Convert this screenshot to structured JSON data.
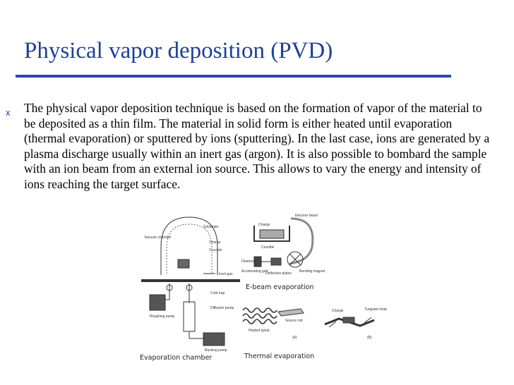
{
  "slide": {
    "title": "Physical vapor deposition (PVD)",
    "bullet_marker": "x",
    "paragraph": "The physical vapor deposition technique is based on the formation of vapor of the material to be deposited as a thin film. The material in solid form is either heated until evaporation (thermal evaporation) or sputtered by ions (sputtering). In the last case, ions are generated by a plasma discharge usually within an inert gas (argon). It is also possible to bombard the sample with an ion beam from an external ion source. This allows to vary the energy and intensity of ions reaching the target surface."
  },
  "figure": {
    "captions": {
      "ebeam": "E-beam evaporation",
      "chamber": "Evaporation chamber",
      "thermal": "Thermal evaporation"
    },
    "chamber_labels": {
      "vacuum_chamber": "Vacuum chamber",
      "substrate": "Substrate",
      "charge": "Charge",
      "crucible": "Crucible",
      "inert_gas": "Inert gas",
      "cold_trap": "Cold trap",
      "roughing_pump": "Roughing pump",
      "diffusion_pump": "Diffusion pump",
      "backing_pump": "Backing pump"
    },
    "ebeam_labels": {
      "electron_beam": "Electron beam",
      "charge": "Charge",
      "crucible": "Crucible",
      "filament": "Filament",
      "accelerating_grid": "Accelerating grid",
      "deflection_plates": "Deflection plates",
      "bending_magnet": "Bending magnet"
    },
    "thermal_labels": {
      "heated_spiral": "Heated spiral",
      "source_rod": "Source rod",
      "charge": "Charge",
      "tungsten_boat": "Tungsten boat",
      "panel_a": "(A)",
      "panel_b": "(B)"
    }
  }
}
